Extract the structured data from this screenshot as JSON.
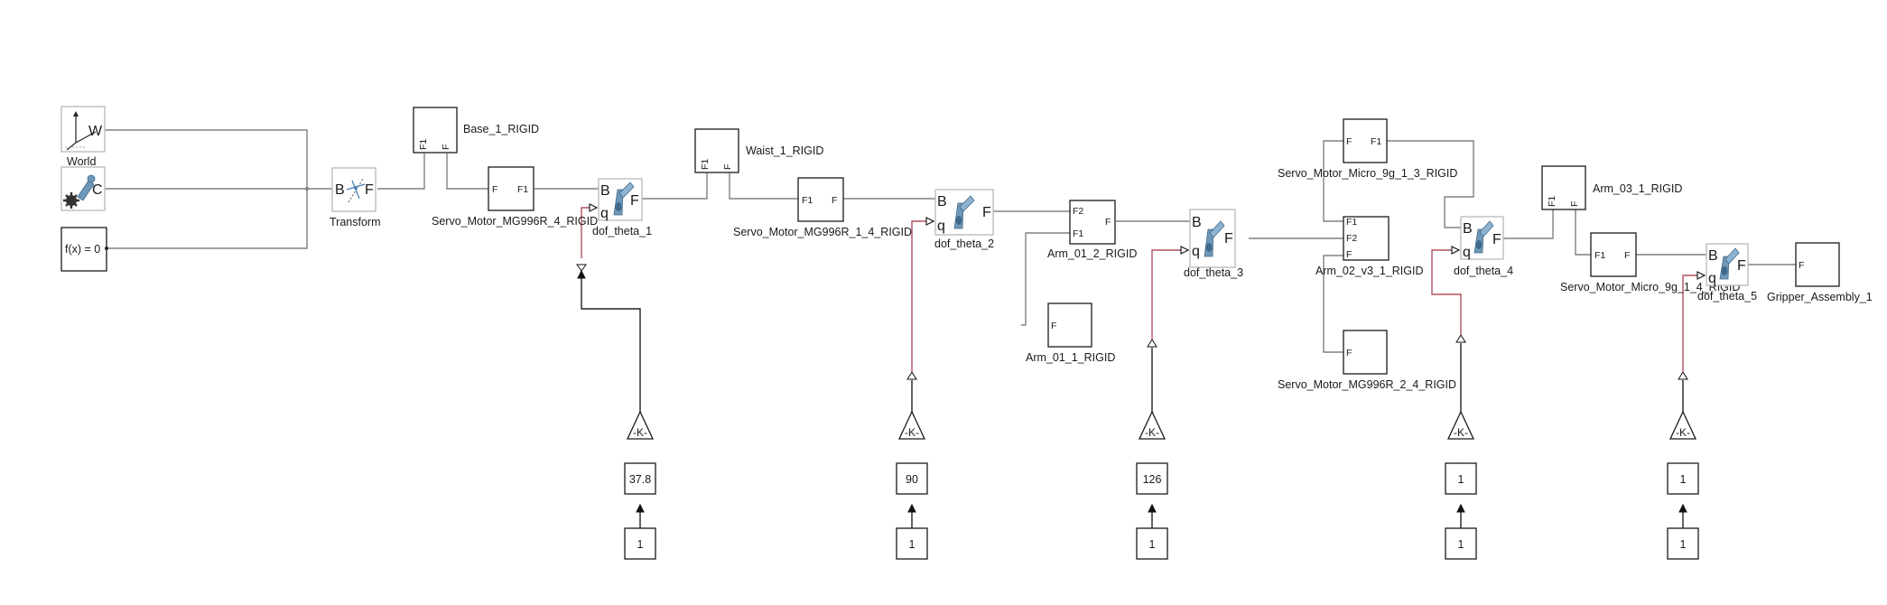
{
  "blocks": {
    "world": {
      "label": "World",
      "port": "W"
    },
    "solver": {
      "port": "C"
    },
    "fx": {
      "text": "f(x) = 0"
    },
    "transform": {
      "label": "Transform",
      "port_b": "B",
      "port_f": "F"
    },
    "base": {
      "label": "Base_1_RIGID",
      "port1": "F1",
      "port2": "F"
    },
    "servo_mg996r_4": {
      "label": "Servo_Motor_MG996R_4_RIGID",
      "port1": "F",
      "port2": "F1"
    },
    "dof1": {
      "label": "dof_theta_1",
      "b": "B",
      "f": "F",
      "q": "q"
    },
    "waist": {
      "label": "Waist_1_RIGID",
      "port1": "F1",
      "port2": "F"
    },
    "servo_mg996r_1_4": {
      "label": "Servo_Motor_MG996R_1_4_RIGID",
      "port1": "F1",
      "port2": "F"
    },
    "dof2": {
      "label": "dof_theta_2",
      "b": "B",
      "f": "F",
      "q": "q"
    },
    "arm01_2": {
      "label": "Arm_01_2_RIGID",
      "port1": "F2",
      "port2": "F1",
      "port3": "F"
    },
    "arm01_1": {
      "label": "Arm_01_1_RIGID",
      "port1": "F"
    },
    "dof3": {
      "label": "dof_theta_3",
      "b": "B",
      "f": "F",
      "q": "q"
    },
    "servo_micro_1_3": {
      "label": "Servo_Motor_Micro_9g_1_3_RIGID",
      "port1": "F",
      "port2": "F1"
    },
    "arm02": {
      "label": "Arm_02_v3_1_RIGID",
      "port1": "F1",
      "port2": "F2",
      "port3": "F"
    },
    "servo_mg996r_2_4": {
      "label": "Servo_Motor_MG996R_2_4_RIGID",
      "port1": "F"
    },
    "dof4": {
      "label": "dof_theta_4",
      "b": "B",
      "f": "F",
      "q": "q"
    },
    "arm03": {
      "label": "Arm_03_1_RIGID",
      "port1": "F1",
      "port2": "F"
    },
    "servo_micro_1_4": {
      "label": "Servo_Motor_Micro_9g_1_4_RIGID",
      "port1": "F1",
      "port2": "F"
    },
    "dof5": {
      "label": "dof_theta_5",
      "b": "B",
      "f": "F",
      "q": "q"
    },
    "gripper": {
      "label": "Gripper_Assembly_1",
      "port1": "F"
    }
  },
  "gains": [
    {
      "text": "-K-",
      "multiplier": "37.8",
      "constant": "1"
    },
    {
      "text": "-K-",
      "multiplier": "90",
      "constant": "1"
    },
    {
      "text": "-K-",
      "multiplier": "126",
      "constant": "1"
    },
    {
      "text": "-K-",
      "multiplier": "1",
      "constant": "1"
    },
    {
      "text": "-K-",
      "multiplier": "1",
      "constant": "1"
    }
  ],
  "colors": {
    "block_stroke": "#1a1a1a",
    "wire": "#808080",
    "signal_wire": "#b0505e",
    "joint_icon": "#6f98b8"
  }
}
